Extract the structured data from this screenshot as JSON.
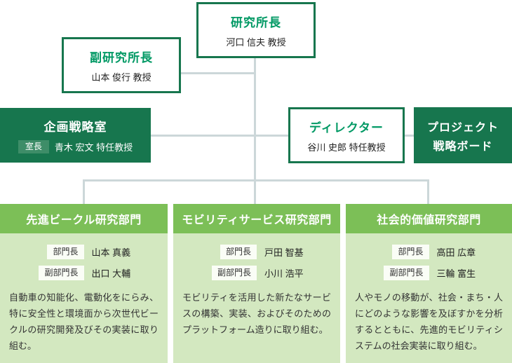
{
  "colors": {
    "dark_green": "#17764e",
    "accent_green_text": "#009964",
    "department_header_green": "#7cbf57",
    "department_body_green": "#d3e8c0",
    "connector_gray": "#ccd7d9",
    "role_badge_green": "#3e8d68"
  },
  "org": {
    "director_general": {
      "title": "研究所長",
      "name": "河口 信夫 教授"
    },
    "deputy_director_general": {
      "title": "副研究所長",
      "name": "山本 俊行 教授"
    },
    "planning_office": {
      "title": "企画戦略室",
      "role_label": "室長",
      "name": "青木 宏文 特任教授"
    },
    "director": {
      "title": "ディレクター",
      "name": "谷川 史郎 特任教授"
    },
    "project_board": {
      "title_line1": "プロジェクト",
      "title_line2": "戦略ボード"
    },
    "departments": [
      {
        "title": "先進ビークル研究部門",
        "head_label": "部門長",
        "head_name": "山本 真義",
        "deputy_label": "副部門長",
        "deputy_name": "出口 大輔",
        "description": "自動車の知能化、電動化をにらみ、特に安全性と環境面から次世代ビークルの研究開発及びその実装に取り組む。"
      },
      {
        "title": "モビリティサービス研究部門",
        "head_label": "部門長",
        "head_name": "戸田 智基",
        "deputy_label": "副部門長",
        "deputy_name": "小川 浩平",
        "description": "モビリティを活用した新たなサービスの構築、実装、およびそのためのプラットフォーム造りに取り組む。"
      },
      {
        "title": "社会的価値研究部門",
        "head_label": "部門長",
        "head_name": "高田 広章",
        "deputy_label": "副部門長",
        "deputy_name": "三輪 富生",
        "description": "人やモノの移動が、社会・まち・人にどのような影響を及ぼすかを分析するとともに、先進的モビリティシステムの社会実装に取り組む。"
      }
    ]
  }
}
